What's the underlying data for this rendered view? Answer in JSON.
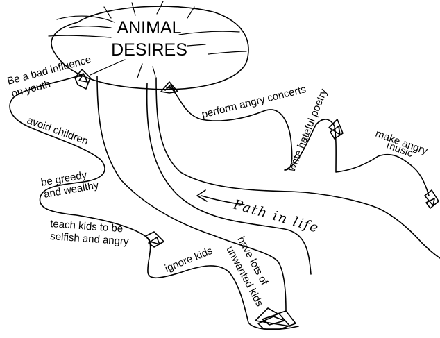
{
  "title": {
    "line1": "ANIMAL",
    "line2": "DESIRES"
  },
  "path_label": "Path in life",
  "left_branch": {
    "bad_influence_line1": "Be a bad influence",
    "bad_influence_line2": "on youth",
    "avoid_children": "avoid children",
    "greedy_line1": "be greedy",
    "greedy_line2": "and wealthy",
    "selfish_line1": "teach kids to be",
    "selfish_line2": "selfish and angry",
    "ignore_kids": "ignore kids",
    "unwanted_line1": "have lots of",
    "unwanted_line2": "unwanted kids"
  },
  "right_branch": {
    "angry_concerts": "perform angry concerts",
    "hateful_poetry": "write hateful poetry",
    "angry_music_line1": "make angry",
    "angry_music_line2": "music"
  }
}
